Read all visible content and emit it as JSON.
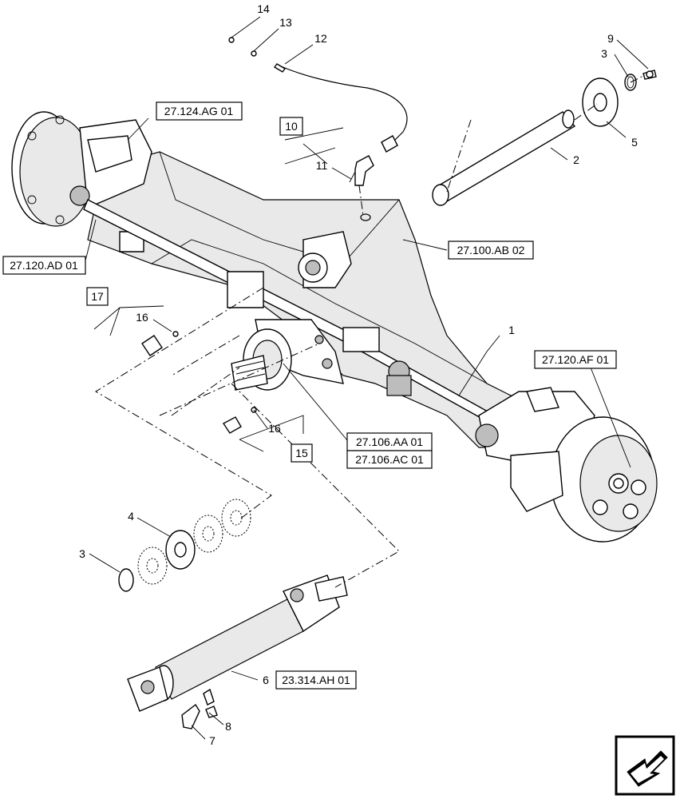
{
  "references": {
    "ref_124": "27.124.AG 01",
    "ref_120_ad": "27.120.AD 01",
    "ref_100": "27.100.AB 02",
    "ref_120_af": "27.120.AF 01",
    "ref_106_aa": "27.106.AA 01",
    "ref_106_ac": "27.106.AC 01",
    "ref_314": "23.314.AH 01"
  },
  "callouts": {
    "n1": "1",
    "n2": "2",
    "n3a": "3",
    "n3b": "3",
    "n4": "4",
    "n5": "5",
    "n6": "6",
    "n7": "7",
    "n8": "8",
    "n9": "9",
    "n10": "10",
    "n11": "11",
    "n12": "12",
    "n13": "13",
    "n14": "14",
    "n15": "15",
    "n16a": "16",
    "n16b": "16",
    "n17": "17"
  },
  "icons": {
    "navigation": "next-page-arrow-icon"
  }
}
